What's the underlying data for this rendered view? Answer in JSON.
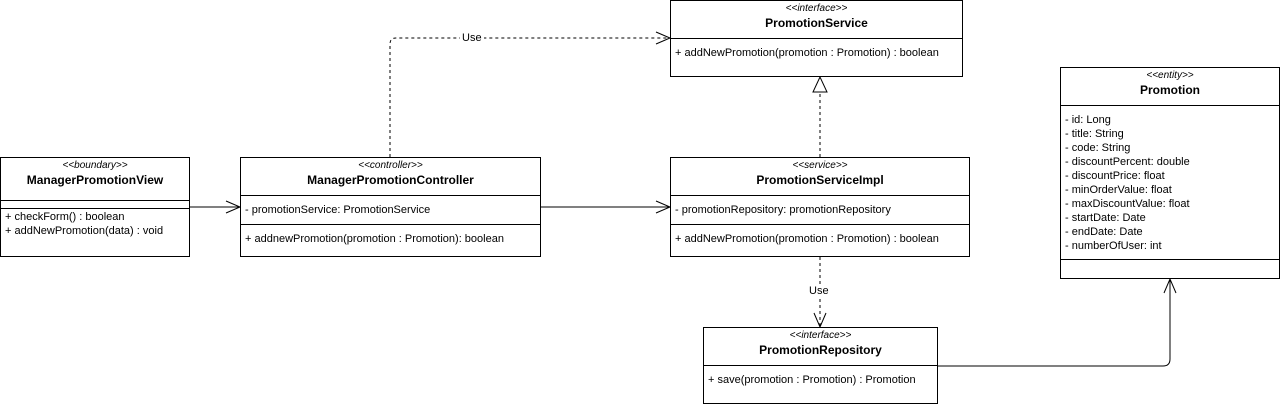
{
  "classes": {
    "view": {
      "stereotype": "<<boundary>>",
      "name": "ManagerPromotionView",
      "attributes": [],
      "operations": [
        "+ checkForm() : boolean",
        "+ addNewPromotion(data) : void"
      ]
    },
    "controller": {
      "stereotype": "<<controller>>",
      "name": "ManagerPromotionController",
      "attributes": [
        "- promotionService: PromotionService"
      ],
      "operations": [
        "+ addnewPromotion(promotion : Promotion): boolean"
      ]
    },
    "service": {
      "stereotype": "<<interface>>",
      "name": "PromotionService",
      "operations": [
        "+ addNewPromotion(promotion : Promotion) : boolean"
      ]
    },
    "service_impl": {
      "stereotype": "<<service>>",
      "name": "PromotionServiceImpl",
      "attributes": [
        "- promotionRepository: promotionRepository"
      ],
      "operations": [
        "+ addNewPromotion(promotion : Promotion) : boolean"
      ]
    },
    "repository": {
      "stereotype": "<<interface>>",
      "name": "PromotionRepository",
      "operations": [
        "+ save(promotion : Promotion) : Promotion"
      ]
    },
    "entity": {
      "stereotype": "<<entity>>",
      "name": "Promotion",
      "attributes": [
        "- id: Long",
        "- title: String",
        "- code: String",
        "- discountPercent: double",
        "- discountPrice: float",
        "- minOrderValue: float",
        "- maxDiscountValue: float",
        "- startDate: Date",
        "- endDate: Date",
        "- numberOfUser: int"
      ],
      "operations": []
    }
  },
  "edges": {
    "controller_to_service_label": "Use",
    "impl_to_repository_label": "Use"
  }
}
